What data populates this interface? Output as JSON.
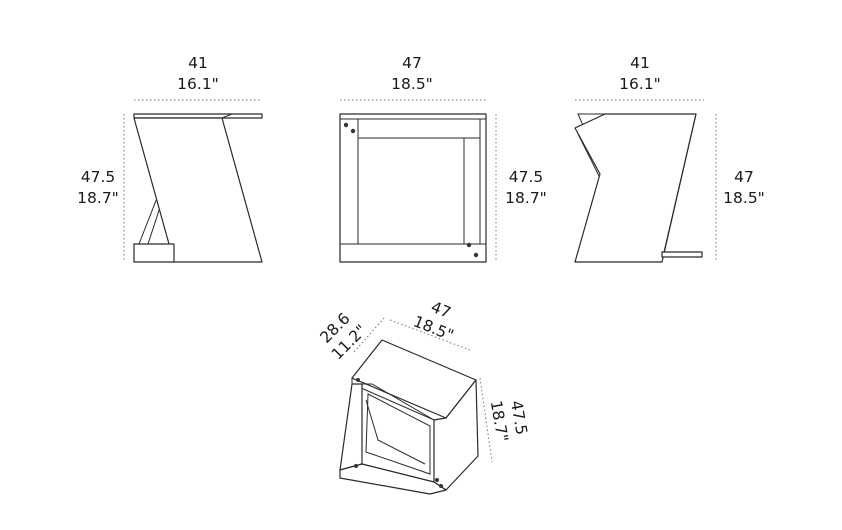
{
  "views": {
    "left_side": {
      "width_cm": "41",
      "width_in": "16.1\"",
      "height_cm": "47.5",
      "height_in": "18.7\""
    },
    "front": {
      "width_cm": "47",
      "width_in": "18.5\"",
      "height_cm": "47.5",
      "height_in": "18.7\""
    },
    "right_side": {
      "width_cm": "41",
      "width_in": "16.1\"",
      "height_cm": "47",
      "height_in": "18.5\""
    },
    "perspective": {
      "depth_cm": "28.6",
      "depth_in": "11.2\"",
      "width_cm": "47",
      "width_in": "18.5\"",
      "height_cm": "47.5",
      "height_in": "18.7\""
    }
  },
  "colors": {
    "line": "#2a2a2a",
    "dimension": "#777777",
    "text": "#1a1a1a"
  }
}
